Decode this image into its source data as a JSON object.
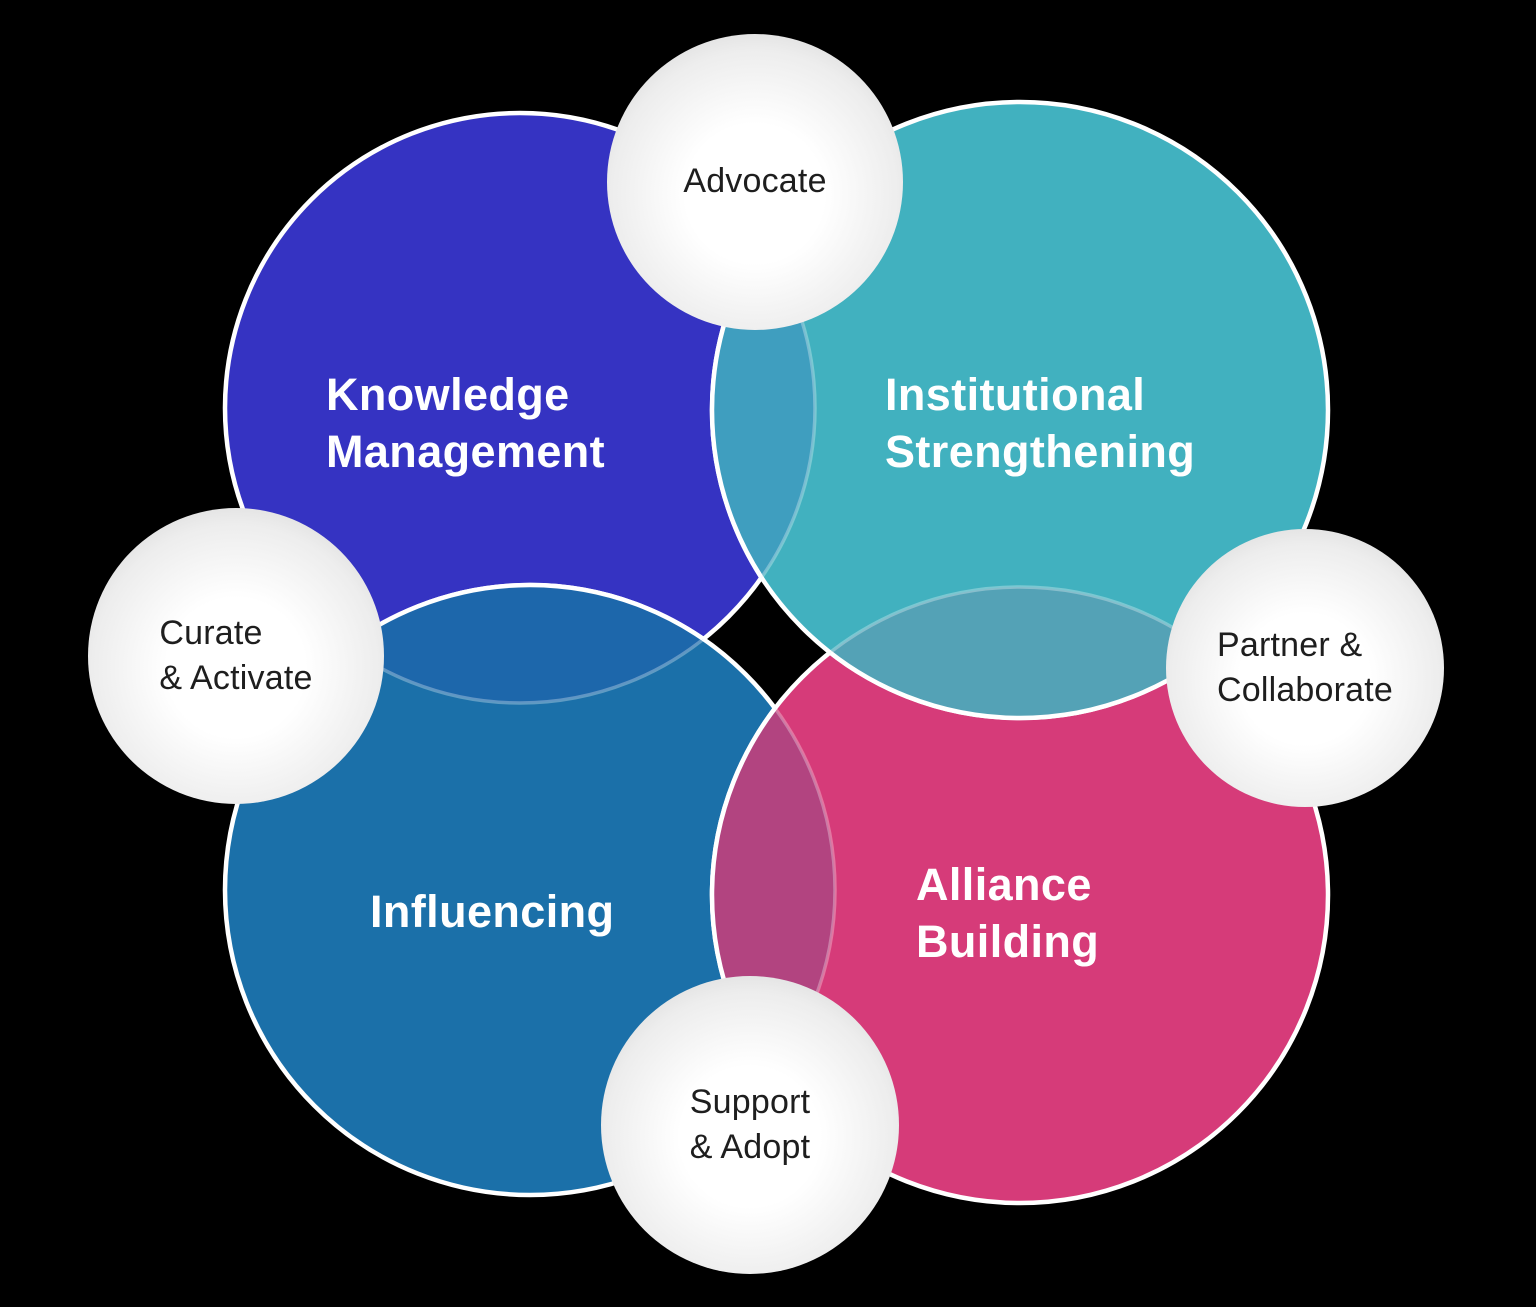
{
  "diagram": {
    "background_color": "#000000",
    "stroke_color": "#FFFFFF",
    "label_color": "#FFFFFF",
    "circles": [
      {
        "id": "knowledge-management",
        "label": "Knowledge\nManagement",
        "color": "#3533C2"
      },
      {
        "id": "institutional-strengthening",
        "label": "Institutional\nStrengthening",
        "color": "#41B1BF"
      },
      {
        "id": "influencing",
        "label": "Influencing",
        "color": "#1B70A9"
      },
      {
        "id": "alliance-building",
        "label": "Alliance\nBuilding",
        "color": "#D63B79"
      }
    ],
    "overlaps": {
      "top": "#3F9EBF",
      "right": "#54A2B6",
      "bottom": "#B24480",
      "left": "#1D67AB"
    },
    "nodes": [
      {
        "id": "advocate",
        "label": "Advocate",
        "text_color": "#1E1E1E"
      },
      {
        "id": "curate-activate",
        "label": "Curate\n& Activate",
        "text_color": "#1E1E1E"
      },
      {
        "id": "partner-collaborate",
        "label": "Partner &\nCollaborate",
        "text_color": "#1E1E1E"
      },
      {
        "id": "support-adopt",
        "label": "Support\n& Adopt",
        "text_color": "#1E1E1E"
      }
    ]
  }
}
